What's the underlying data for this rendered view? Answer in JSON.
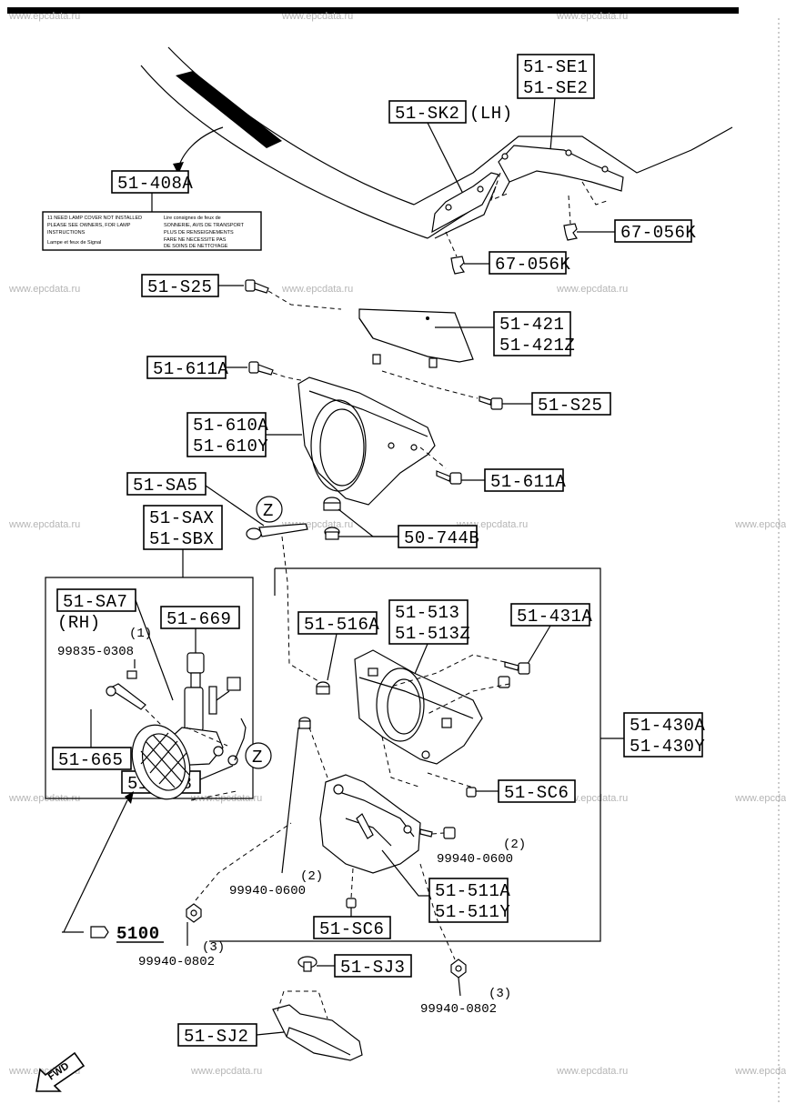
{
  "callouts": {
    "c_51_408A": "51-408A",
    "c_51_SE1": "51-SE1",
    "c_51_SE2": "51-SE2",
    "c_51_SK2": "51-SK2",
    "c_LH": "(LH)",
    "c_67_056K_a": "67-056K",
    "c_67_056K_b": "67-056K",
    "c_51_S25_a": "51-S25",
    "c_51_421": "51-421",
    "c_51_421Z": "51-421Z",
    "c_51_611A_a": "51-611A",
    "c_51_S25_b": "51-S25",
    "c_51_610A": "51-610A",
    "c_51_610Y": "51-610Y",
    "c_51_611A_b": "51-611A",
    "c_51_SA5": "51-SA5",
    "c_51_SAX": "51-SAX",
    "c_51_SBX": "51-SBX",
    "c_50_744B": "50-744B",
    "c_51_SA7": "51-SA7",
    "c_RH": "(RH)",
    "c_51_669": "51-669",
    "c_99835_0308": "99835-0308",
    "c_q1": "(1)",
    "c_51_665": "51-665",
    "c_51_SA8": "51-SA8",
    "c_Z1": "Z",
    "c_Z2": "Z",
    "c_51_516A": "51-516A",
    "c_51_513": "51-513",
    "c_51_513Z": "51-513Z",
    "c_51_431A": "51-431A",
    "c_51_430A": "51-430A",
    "c_51_430Y": "51-430Y",
    "c_51_SC6_a": "51-SC6",
    "c_99940_0600_a": "99940-0600",
    "c_q2a": "(2)",
    "c_99940_0600_b": "99940-0600",
    "c_q2b": "(2)",
    "c_51_511A": "51-511A",
    "c_51_511Y": "51-511Y",
    "c_51_SC6_b": "51-SC6",
    "c_5100": "5100",
    "c_99940_0802_a": "99940-0802",
    "c_q3a": "(3)",
    "c_51_SJ3": "51-SJ3",
    "c_99940_0802_b": "99940-0802",
    "c_q3b": "(3)",
    "c_51_SJ2": "51-SJ2",
    "c_FWD": "FWD"
  },
  "label_text": {
    "line1": "11 NEED LAMP COVER NOT INSTALLED",
    "line2": "PLEASE SEE OWNERS, FOR LAMP",
    "line3": "INSTRUCTIONS",
    "line4": "Lampe et feux de Signal",
    "line5": "Lire consignes de feux de",
    "line6": "SONNERIE, AVIS DE TRANSPORT",
    "line7": "PLUS DE RENSEIGNEMENTS",
    "line8": "FARE NE NECESSITE PAS",
    "line9": "DE SOINS DE NETTOYAGE"
  },
  "watermark": "www.epcdata.ru"
}
